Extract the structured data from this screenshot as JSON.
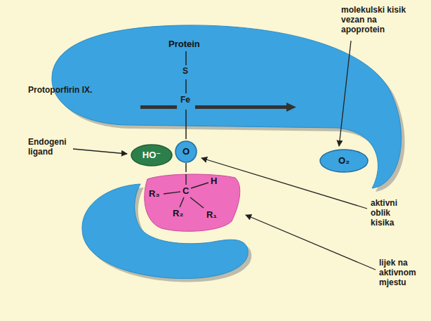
{
  "diagram": {
    "nodes": [
      {
        "text": [
          "Protein"
        ]
      },
      {
        "text": [
          "HO⁻"
        ],
        "in": 0
      },
      {
        "text": [
          "O"
        ],
        "in": 0
      },
      {
        "text": [
          "O₂"
        ],
        "in": 0
      },
      {
        "text": [
          "R₃",
          "C",
          "H",
          "R₂",
          "R₁"
        ],
        "in": 0
      }
    ],
    "edges": [
      {
        "from": 2,
        "to": 4,
        "arrow": "none"
      }
    ],
    "labels": [
      "molekulski kisik vezan na apoprotein",
      "Protoporfirin IX.",
      "S",
      "Fe",
      "Endogeni ligand",
      "aktivni oblik kisika",
      "lijek na aktivnom mjestu"
    ]
  }
}
